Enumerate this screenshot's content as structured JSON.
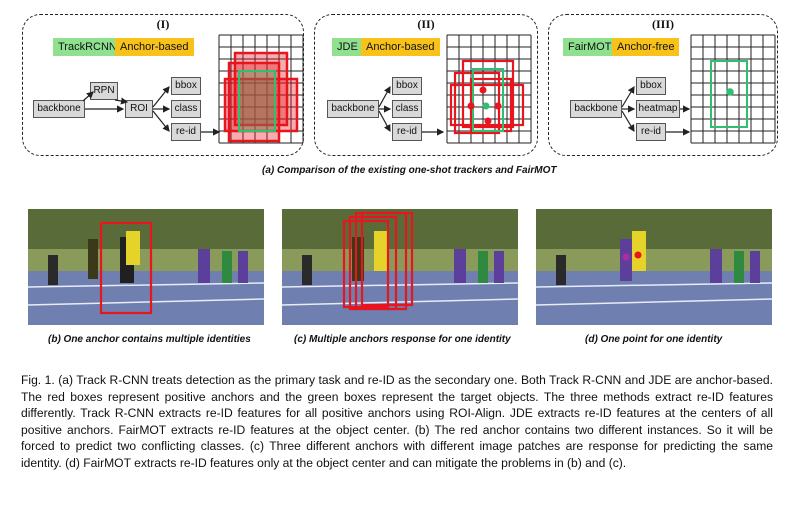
{
  "panels": [
    {
      "title": "(I)",
      "tracker": "TrackRCNN",
      "type": "Anchor-based",
      "boxes": {
        "backbone": "backbone",
        "rpn": "RPN",
        "roi": "ROI",
        "bbox": "bbox",
        "class": "class",
        "reid": "re-id"
      }
    },
    {
      "title": "(II)",
      "tracker": "JDE",
      "type": "Anchor-based",
      "boxes": {
        "backbone": "backbone",
        "bbox": "bbox",
        "class": "class",
        "reid": "re-id"
      }
    },
    {
      "title": "(III)",
      "tracker": "FairMOT",
      "type": "Anchor-free",
      "boxes": {
        "backbone": "backbone",
        "bbox": "bbox",
        "heatmap": "heatmap",
        "reid": "re-id"
      }
    }
  ],
  "caption_a": "(a) Comparison of the existing one-shot trackers and FairMOT",
  "caption_b": "(b) One anchor contains multiple identities",
  "caption_c": "(c) Multiple anchors response for one identity",
  "caption_d": "(d) One point for one identity",
  "figure_caption": "Fig. 1.  (a) Track R-CNN treats detection as the primary task and re-ID as the secondary one. Both Track R-CNN and JDE are anchor-based. The red boxes represent positive anchors and the green boxes represent the target objects. The three methods extract re-ID features differently. Track R-CNN extracts re-ID features for all positive anchors using ROI-Align. JDE extracts re-ID features at the centers of all positive anchors. FairMOT extracts re-ID features at the object center. (b) The red anchor contains two different instances. So it will be forced to predict two conflicting classes. (c) Three different anchors with different image patches are response for predicting the same identity. (d) FairMOT extracts re-ID features only at the object center and can mitigate the problems in (b) and (c).",
  "colors": {
    "positive_anchor": "#e8141e",
    "target_object": "#2fbf71",
    "tag_green": "#8fe08f",
    "tag_yellow": "#f8c21a"
  }
}
